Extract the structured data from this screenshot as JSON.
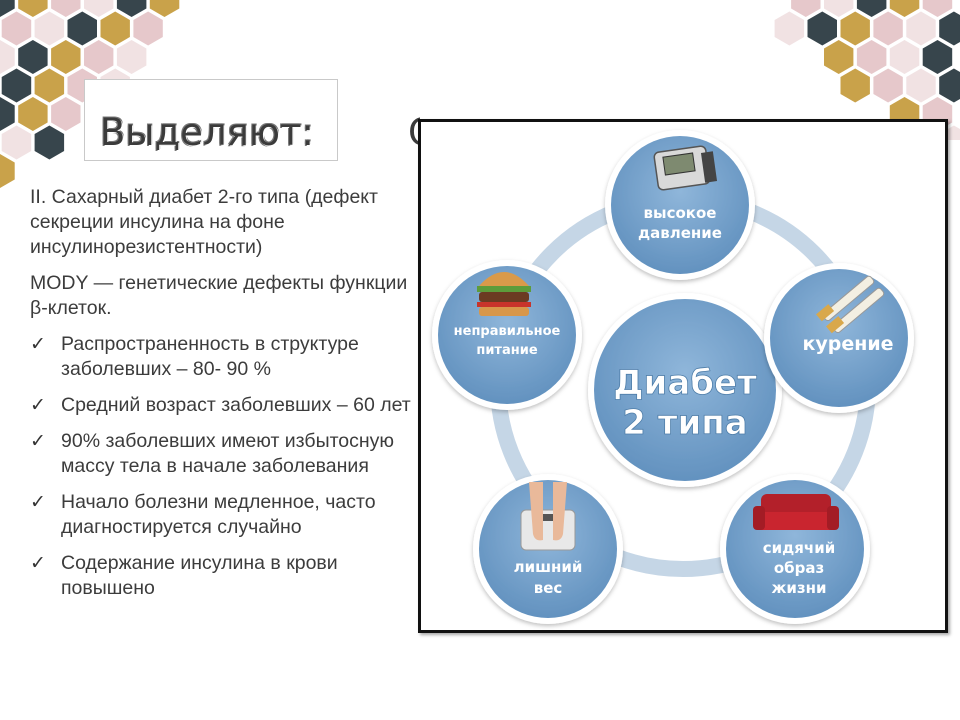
{
  "title": "Выделяют:",
  "title_hidden_letter": "С",
  "intro": {
    "marker": "II.",
    "text": " Сахарный диабет 2-го типа (дефект секреции инсулина на фоне инсулинорезистентности)"
  },
  "mody": "MODY — генетические дефекты функции β-клеток.",
  "checklist": [
    {
      "check": "✓",
      "text": "Распространенность в структуре заболевших – 80- 90 %"
    },
    {
      "check": "✓",
      "text": "Средний возраст заболевших – 60 лет"
    },
    {
      "check": "✓",
      "text": "90% заболевших имеют избытосную массу тела в начале заболевания"
    },
    {
      "check": "✓",
      "text": "Начало болезни медленное, часто диагностируется случайно"
    },
    {
      "check": "✓",
      "text": "Содержание инсулина в крови повышено"
    }
  ],
  "diagram": {
    "center": {
      "line1": "Диабет",
      "line2": "2 типа"
    },
    "nodes": [
      {
        "line1": "высокое",
        "line2": "давление",
        "line3": "",
        "icon": "blood-pressure-monitor-icon"
      },
      {
        "line1": "курение",
        "line2": "",
        "line3": "",
        "icon": "cigarettes-icon"
      },
      {
        "line1": "сидячий",
        "line2": "образ",
        "line3": "жизни",
        "icon": "sofa-icon"
      },
      {
        "line1": "лишний",
        "line2": "вес",
        "line3": "",
        "icon": "scale-feet-icon"
      },
      {
        "line1": "неправильное",
        "line2": "питание",
        "line3": "",
        "icon": "burger-icon"
      }
    ]
  },
  "colors": {
    "circle": "#6e9dc9",
    "ring": "#c5d6e6",
    "hex_gold": "#c9a24a",
    "hex_pink": "#e6c8cb",
    "hex_dark": "#37454c",
    "hex_light": "#f1e2e3"
  }
}
